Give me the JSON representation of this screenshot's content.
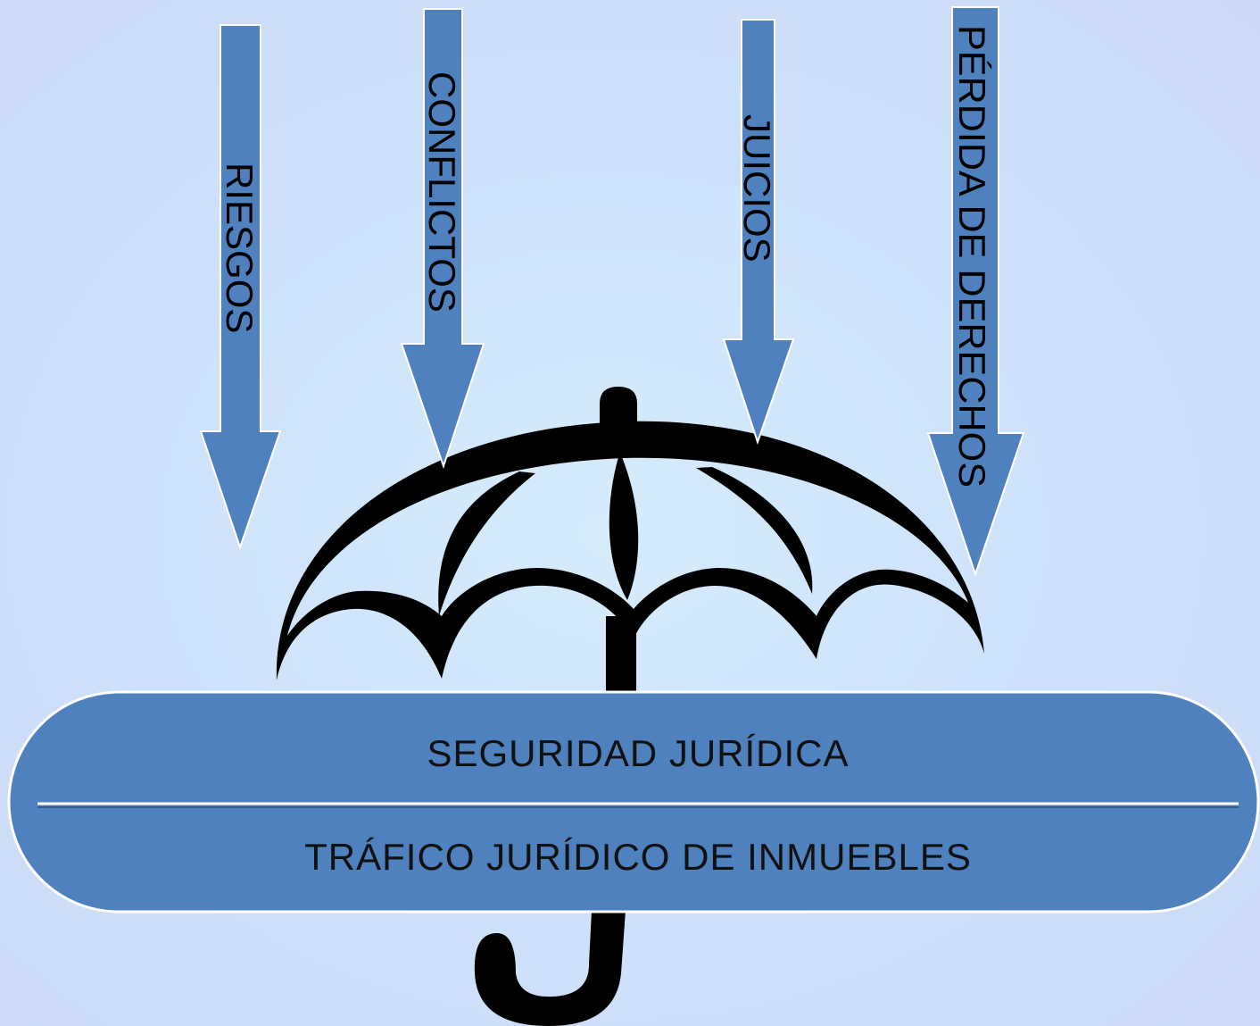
{
  "diagram": {
    "arrows": [
      {
        "id": "riesgos",
        "label": "RIESGOS"
      },
      {
        "id": "conflictos",
        "label": "CONFLICTOS"
      },
      {
        "id": "juicios",
        "label": "JUICIOS"
      },
      {
        "id": "perdida",
        "label": "PÉRDIDA DE DERECHOS"
      }
    ],
    "shield_bar": {
      "top_label": "SEGURIDAD JURÍDICA",
      "bottom_label": "TRÁFICO JURÍDICO DE INMUEBLES"
    },
    "colors": {
      "arrow_fill": "#4e81bd",
      "arrow_stroke": "#ffffff",
      "bar_fill": "#4e81bd",
      "umbrella": "#000000",
      "background": "#d0e4fb"
    },
    "icon": "umbrella-icon"
  }
}
